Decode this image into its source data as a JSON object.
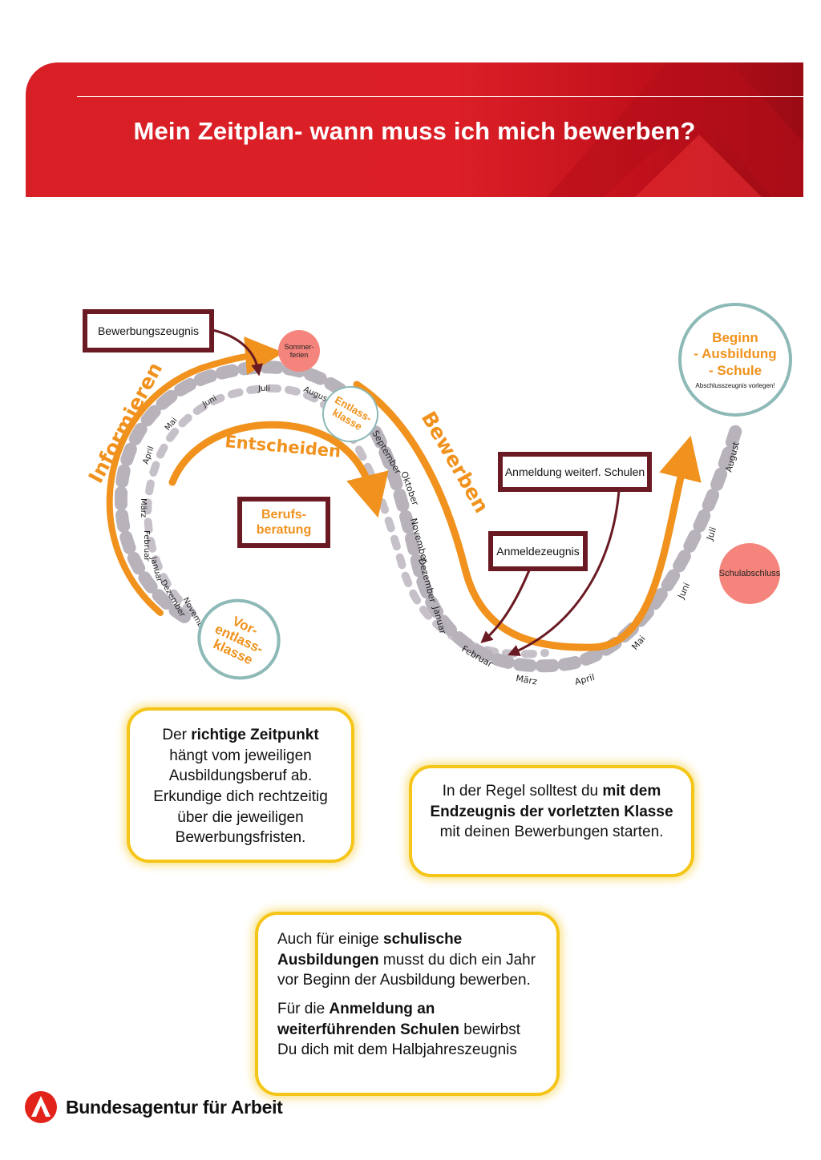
{
  "header": {
    "title": "Mein Zeitplan- wann muss ich mich bewerben?"
  },
  "diagram": {
    "phases": {
      "informieren": "Informieren",
      "entscheiden": "Entscheiden",
      "bewerben": "Bewerben"
    },
    "boxes": {
      "bewerbungszeugnis": "Bewerbungszeugnis",
      "berufsberatung": "Berufs-\nberatung",
      "anmeldung": "Anmeldung weiterf. Schulen",
      "anmeldezeugnis": "Anmeldezeugnis"
    },
    "circles": {
      "sommerferien": "Sommer-\nferien",
      "entlassklasse": "Entlass-\nklasse",
      "vorentlassklasse": "Vor-\nentlass-\nklasse",
      "beginn": "Beginn\n- Ausbildung\n- Schule",
      "abschluss_note": "Abschlusszeugnis vorlegen!",
      "schulabschluss": "Schulabschluss"
    },
    "months_first_year": [
      "November",
      "Dezember",
      "Januar",
      "Februar",
      "März",
      "April",
      "Mai",
      "Juni",
      "Juli",
      "August"
    ],
    "months_second_year": [
      "September",
      "Oktober",
      "November",
      "Dezember",
      "Januar",
      "Februar",
      "März",
      "April",
      "Mai",
      "Juni",
      "Juli",
      "August"
    ]
  },
  "boxes": {
    "box1": [
      "Der ",
      "richtige Zeitpunkt",
      " hängt vom jeweiligen Ausbildungsberuf ab. Erkundige dich rechtzeitig über die jeweiligen Bewerbungsfristen."
    ],
    "box2": [
      "In der Regel solltest du ",
      "mit dem Endzeugnis der vorletzten Klasse",
      " mit deinen Bewerbungen starten."
    ],
    "box3a": [
      "Auch für einige ",
      "schulische Ausbildungen",
      " musst du dich ein Jahr vor Beginn der Ausbildung bewerben."
    ],
    "box3b": [
      "Für die ",
      "Anmeldung an weiterführenden Schulen",
      " bewirbst Du dich mit dem Halbjahreszeugnis"
    ]
  },
  "footer": {
    "brand": "Bundesagentur für Arbeit"
  },
  "colors": {
    "red": "#d81f26",
    "orange": "#f0921d",
    "maroon": "#6a1a22",
    "teal": "#8db9b6",
    "yellow": "#f5c518",
    "pink": "#f5857c"
  }
}
